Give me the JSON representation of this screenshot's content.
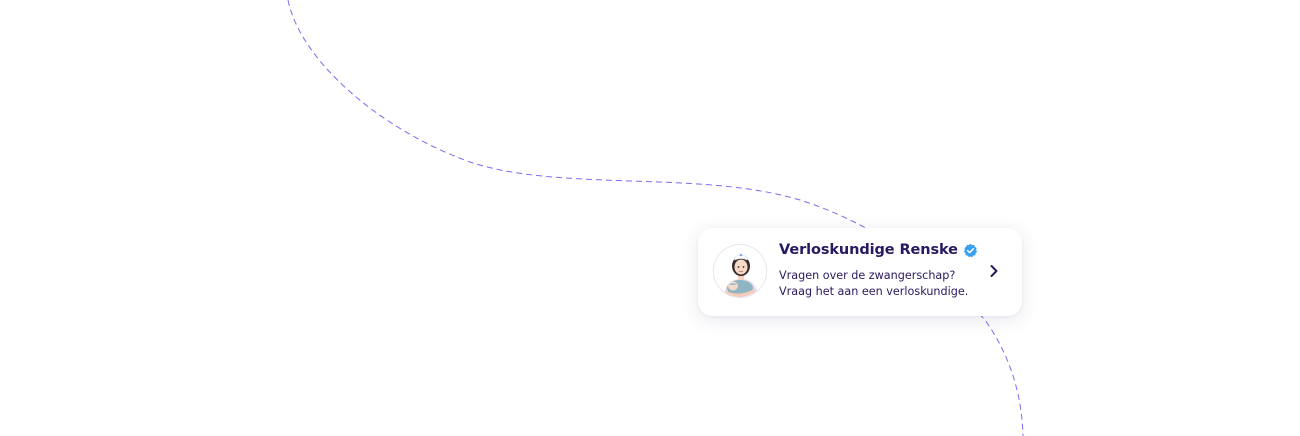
{
  "card": {
    "title": "Verloskundige Renske",
    "line1": "Vragen over de zwangerschap?",
    "line2": "Vraag het aan een verloskundige.",
    "avatar_icon": "midwife-holding-baby-avatar",
    "badge_icon": "verified-check-icon",
    "action_icon": "chevron-right-icon"
  },
  "colors": {
    "text": "#2a1960",
    "dashed_path": "#7b6cf0",
    "verified_badge": "#3aa0f2",
    "card_background": "#ffffff"
  }
}
